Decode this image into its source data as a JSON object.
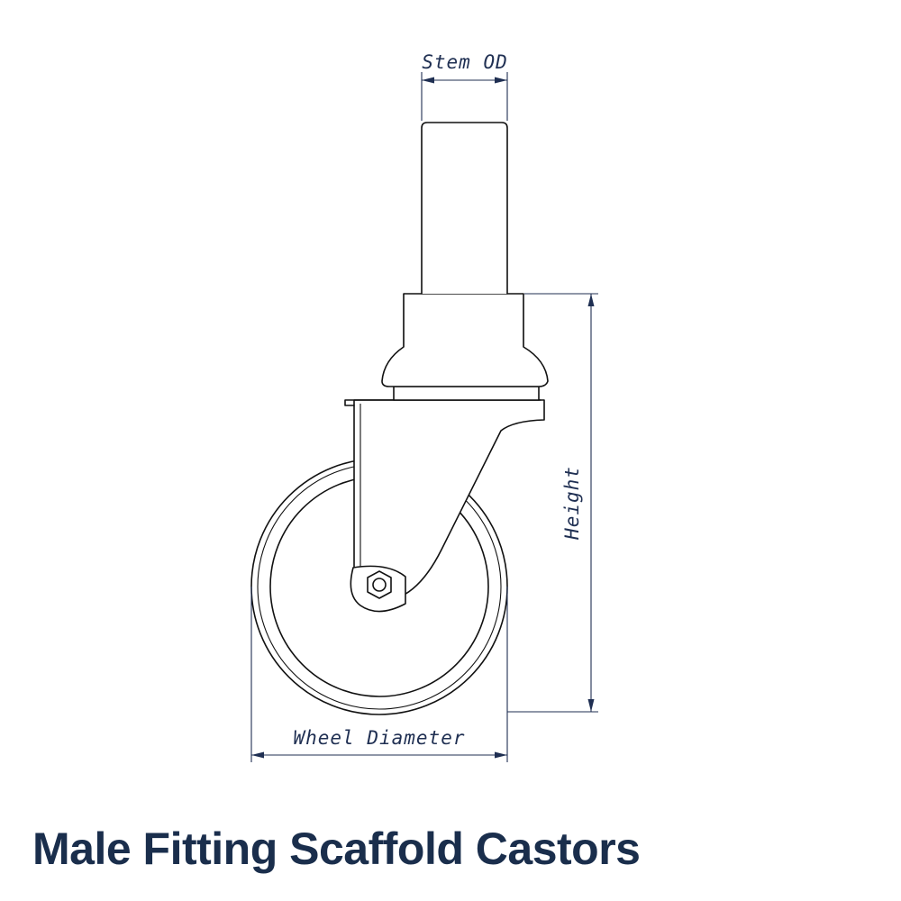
{
  "title": "Male Fitting Scaffold Castors",
  "dimensions": {
    "stem_od": "Stem OD",
    "height": "Height",
    "wheel_diameter": "Wheel Diameter"
  },
  "colors": {
    "title": "#1a2e4c",
    "dimension": "#1f2f52",
    "outline": "#111111"
  }
}
